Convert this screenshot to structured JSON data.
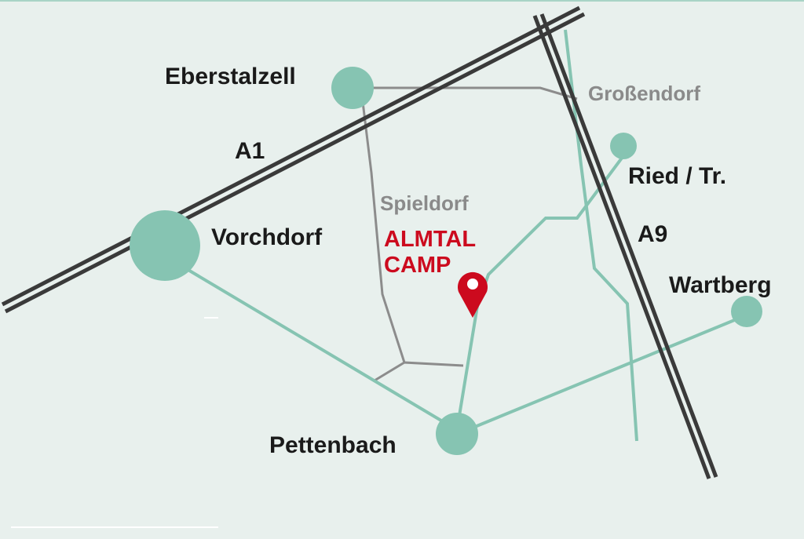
{
  "map": {
    "colors": {
      "background": "#e8f0ed",
      "motorway": "#3a3a3a",
      "main_road": "#86c4b2",
      "minor_road": "#8c8c8c",
      "town_circle": "#86c4b2",
      "camp": "#cc0a1e",
      "town_label": "#1a1a1a",
      "village_label": "#8a8a8a"
    },
    "motorways": [
      {
        "name": "A1"
      },
      {
        "name": "A9"
      }
    ],
    "towns": [
      {
        "name": "Eberstalzell"
      },
      {
        "name": "Vorchdorf"
      },
      {
        "name": "Pettenbach"
      },
      {
        "name": "Ried / Tr."
      },
      {
        "name": "Wartberg"
      }
    ],
    "villages": [
      {
        "name": "Großendorf"
      },
      {
        "name": "Spieldorf"
      }
    ],
    "destination": {
      "line1": "ALMTAL",
      "line2": "CAMP",
      "icon": "map-pin-icon"
    }
  }
}
